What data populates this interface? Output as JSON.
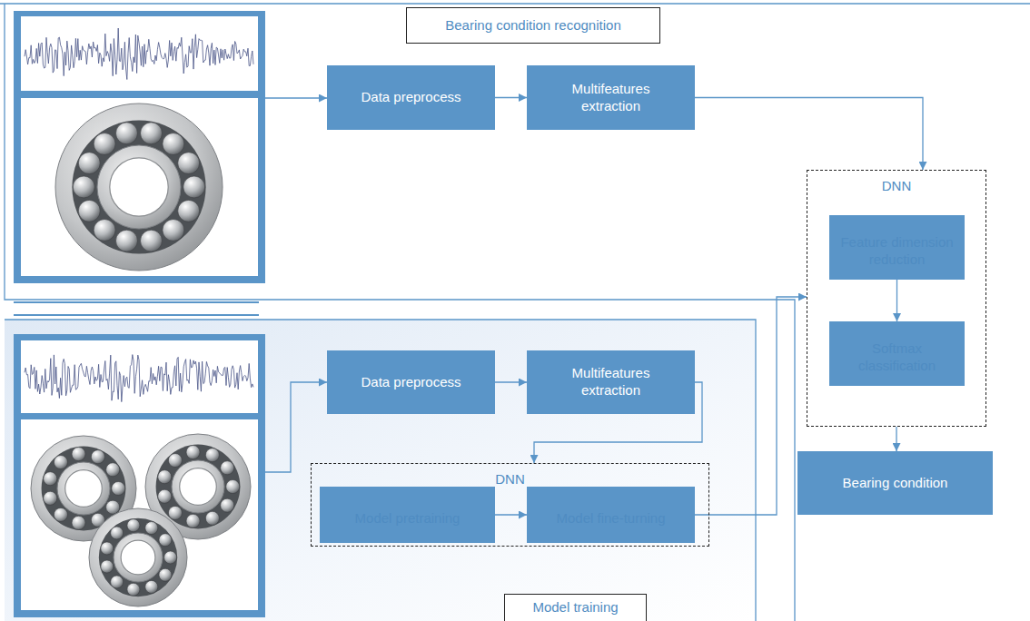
{
  "diagram": {
    "nodes": [
      {
        "text": [
          "Bearing condition recognition"
        ]
      },
      {
        "text": [
          "Data preprocess"
        ]
      },
      {
        "text": [
          "Multifeatures extraction"
        ]
      },
      {
        "text": [
          "DNN"
        ]
      },
      {
        "text": [
          "Feature dimension reduction"
        ],
        "in": 3
      },
      {
        "text": [
          "Softmax classification"
        ],
        "in": 3
      },
      {
        "text": [
          "Bearing condition"
        ]
      },
      {
        "text": [
          "Data preprocess"
        ]
      },
      {
        "text": [
          "Multifeatures extraction"
        ]
      },
      {
        "text": [
          "DNN"
        ]
      },
      {
        "text": [
          "Model pretraining"
        ],
        "in": 9
      },
      {
        "text": [
          "Model fine-turning"
        ],
        "in": 9
      },
      {
        "text": [
          "Model training"
        ]
      }
    ],
    "edges": [
      {
        "from": 1,
        "to": 2,
        "arrow": "to"
      },
      {
        "from": 2,
        "to": 3,
        "arrow": "to"
      },
      {
        "from": 4,
        "to": 5,
        "arrow": "to"
      },
      {
        "from": 3,
        "to": 6,
        "arrow": "to"
      },
      {
        "from": 7,
        "to": 8,
        "arrow": "to"
      },
      {
        "from": 8,
        "to": 9,
        "arrow": "to"
      },
      {
        "from": 10,
        "to": 11,
        "arrow": "to"
      },
      {
        "from": 11,
        "to": 3,
        "arrow": "to"
      }
    ]
  }
}
